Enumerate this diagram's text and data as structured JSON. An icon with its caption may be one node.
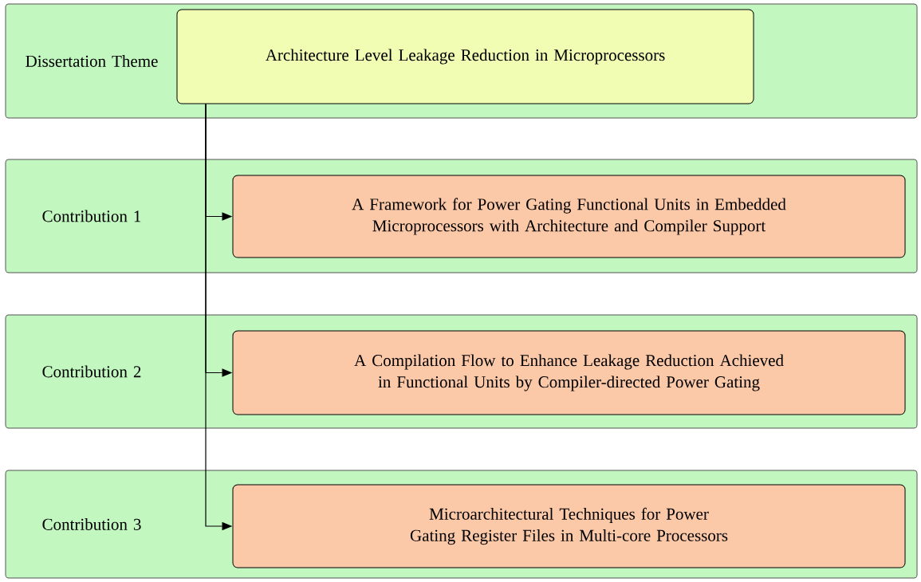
{
  "diagram": {
    "nodes": [
      {
        "text": [
          "Dissertation Theme"
        ]
      },
      {
        "text": [
          "Architecture Level Leakage Reduction in Microprocessors"
        ],
        "in": 0
      },
      {
        "text": [
          "Contribution 1"
        ]
      },
      {
        "text": [
          "A Framework for Power Gating Functional Units in Embedded Microprocessors with Architecture and Compiler Support"
        ],
        "in": 2
      },
      {
        "text": [
          "Contribution 2"
        ]
      },
      {
        "text": [
          "A Compilation Flow to Enhance Leakage Reduction Achieved in Functional Units by Compiler-directed Power Gating"
        ],
        "in": 4
      },
      {
        "text": [
          "Contribution 3"
        ]
      },
      {
        "text": [
          "Microarchitectural Techniques for Power Gating Register Files in Multi-core Processors"
        ],
        "in": 6
      }
    ],
    "edges": [
      {
        "from": 1,
        "to": 3,
        "arrow": "to"
      },
      {
        "from": 1,
        "to": 5,
        "arrow": "to"
      },
      {
        "from": 1,
        "to": 7,
        "arrow": "to"
      }
    ]
  }
}
